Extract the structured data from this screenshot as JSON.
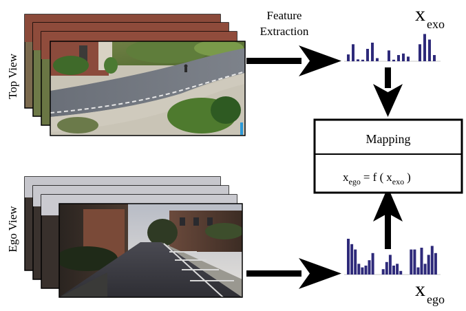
{
  "labels": {
    "top_view": "Top View",
    "ego_view": "Ego View",
    "feature_line1": "Feature",
    "feature_line2": "Extraction",
    "mapping": "Mapping"
  },
  "formula": {
    "x": "x",
    "ego_sub": "ego",
    "eq": "= f (",
    "x2": "x",
    "exo_sub": "exo",
    "close": ")"
  },
  "vectors": {
    "exo": {
      "symbol": "x",
      "subscript": "exo"
    },
    "ego": {
      "symbol": "x",
      "subscript": "ego"
    }
  },
  "colors": {
    "bar": "#2e2a7a",
    "axis": "#c8c8c8",
    "arrow": "#000000",
    "box_stroke": "#000000"
  },
  "chart_data": [
    {
      "type": "bar",
      "name_hint": "exo-histogram",
      "values": [
        0.22,
        0.55,
        0.06,
        0.05,
        0.4,
        0.6,
        0.1,
        0.35,
        0.05,
        0.2,
        0.25,
        0.15,
        0.55,
        0.88,
        0.7,
        0.2
      ],
      "groups": [
        [
          0,
          6
        ],
        [
          7,
          11
        ],
        [
          12,
          15
        ]
      ],
      "ylim": [
        0,
        1
      ]
    },
    {
      "type": "bar",
      "name_hint": "ego-histogram",
      "values": [
        1.0,
        0.85,
        0.7,
        0.3,
        0.2,
        0.25,
        0.4,
        0.6,
        0.15,
        0.35,
        0.55,
        0.25,
        0.3,
        0.1,
        0.7,
        0.7,
        0.2,
        0.75,
        0.3,
        0.55,
        0.8,
        0.6
      ],
      "groups": [
        [
          0,
          7
        ],
        [
          8,
          13
        ],
        [
          14,
          21
        ]
      ],
      "ylim": [
        0,
        1
      ]
    }
  ]
}
